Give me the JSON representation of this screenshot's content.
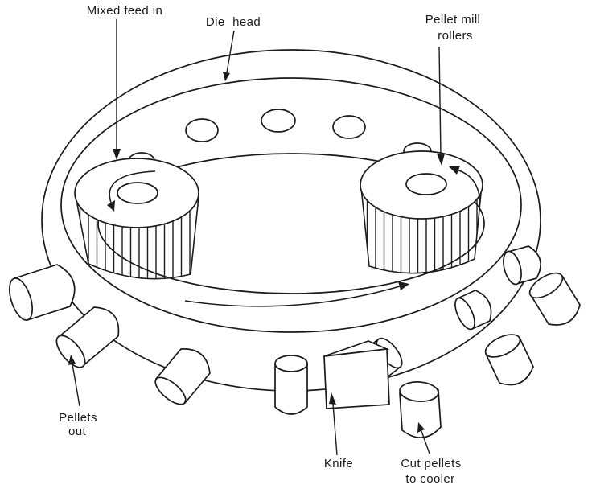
{
  "figure": {
    "background": "#ffffff",
    "line_color": "#1b1b1b",
    "labels": {
      "mixed_feed_in": {
        "text": "Mixed feed in"
      },
      "die_head": {
        "text": "Die head"
      },
      "pellet_mill_rollers": {
        "line1": "Pellet mill",
        "line2": "rollers"
      },
      "pellets_out": {
        "line1": "Pellets",
        "line2": "out"
      },
      "knife": {
        "text": "Knife"
      },
      "cut_pellets_to_cooler": {
        "line1": "Cut pellets",
        "line2": "to cooler"
      }
    }
  }
}
